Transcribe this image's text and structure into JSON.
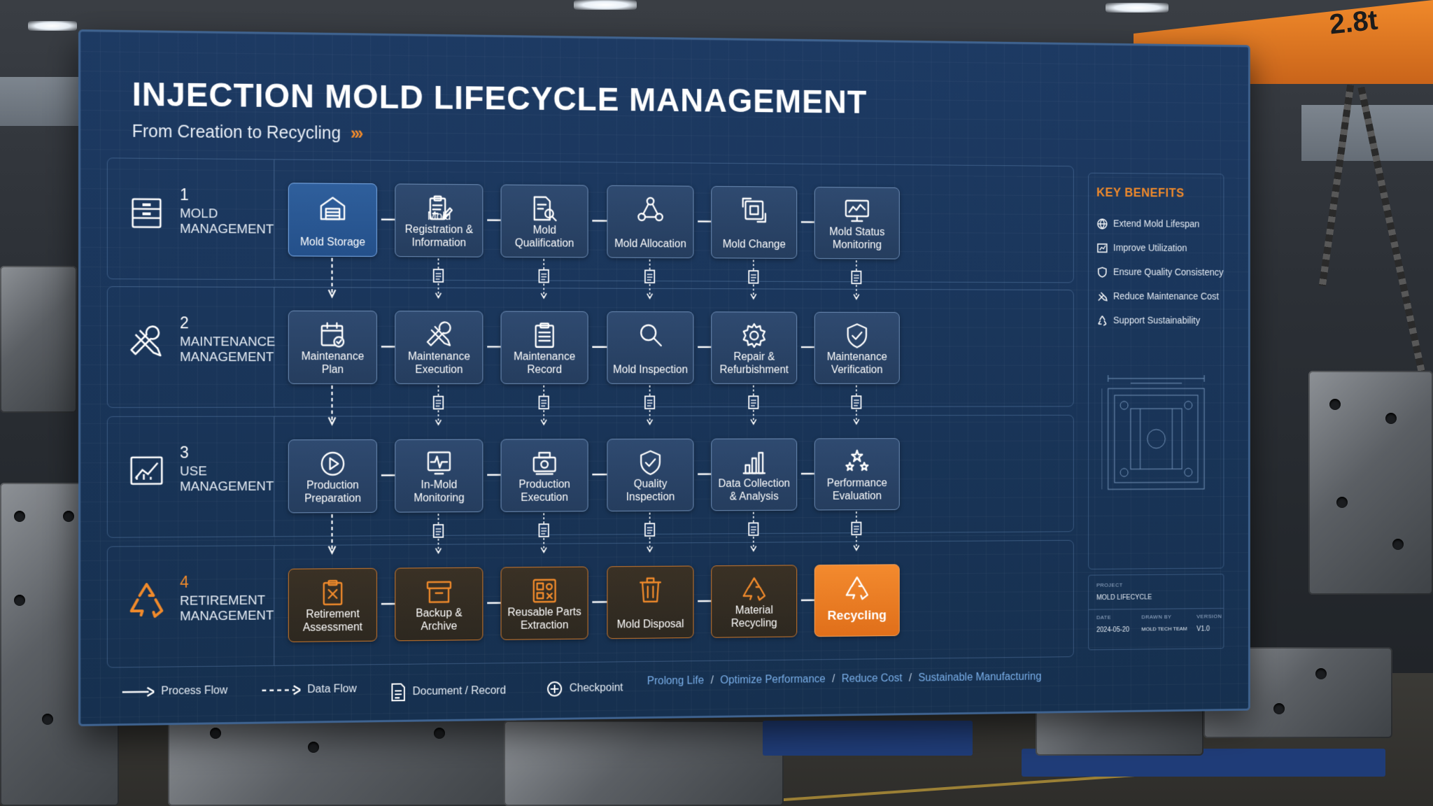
{
  "title": "INJECTION MOLD LIFECYCLE MANAGEMENT",
  "subtitle": "From Creation to Recycling",
  "crane_label": "2.8t",
  "rows": [
    {
      "num": "1",
      "name": "MOLD MANAGEMENT",
      "icon": "cabinet-icon",
      "nodes": [
        "Mold Storage",
        "Mold Registration & Information",
        "Mold Qualification",
        "Mold Allocation",
        "Mold Change",
        "Mold Status Monitoring"
      ]
    },
    {
      "num": "2",
      "name": "MAINTENANCE MANAGEMENT",
      "icon": "tools-icon",
      "nodes": [
        "Maintenance Plan",
        "Maintenance Execution",
        "Maintenance Record",
        "Mold Inspection",
        "Repair & Refurbishment",
        "Maintenance Verification"
      ]
    },
    {
      "num": "3",
      "name": "USE MANAGEMENT",
      "icon": "chart-icon",
      "nodes": [
        "Production Preparation",
        "In-Mold Monitoring",
        "Production Execution",
        "Quality Inspection",
        "Data Collection & Analysis",
        "Performance Evaluation"
      ]
    },
    {
      "num": "4",
      "name": "RETIREMENT MANAGEMENT",
      "icon": "recycle-icon",
      "nodes": [
        "Retirement Assessment",
        "Backup & Archive",
        "Reusable Parts Extraction",
        "Mold Disposal",
        "Material Recycling",
        "Recycling"
      ]
    }
  ],
  "benefits": {
    "heading": "KEY BENEFITS",
    "items": [
      "Extend Mold Lifespan",
      "Improve Utilization",
      "Ensure Quality Consistency",
      "Reduce Maintenance Cost",
      "Support Sustainability"
    ]
  },
  "titleblock": {
    "project_label": "PROJECT",
    "project": "MOLD LIFECYCLE",
    "date_label": "DATE",
    "date": "2024-05-20",
    "drawn_label": "DRAWN BY",
    "drawn": "MOLD TECH TEAM",
    "version_label": "VERSION",
    "version": "V1.0"
  },
  "legend": {
    "process_flow": "Process Flow",
    "data_flow": "Data Flow",
    "document": "Document / Record",
    "checkpoint": "Checkpoint"
  },
  "tagline": [
    "Prolong Life",
    "Optimize Performance",
    "Reduce Cost",
    "Sustainable Manufacturing"
  ],
  "colors": {
    "accent": "#f08a2b",
    "board": "#1a3558",
    "highlight": "#2f5f9c",
    "link": "#79aee8"
  }
}
